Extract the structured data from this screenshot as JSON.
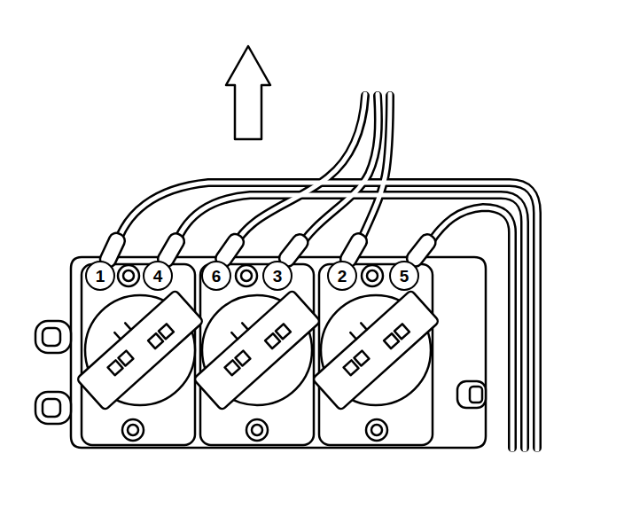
{
  "diagram": {
    "nodes": [
      {
        "text": [
          "1"
        ]
      },
      {
        "text": [
          "4"
        ]
      },
      {
        "text": [
          "6"
        ]
      },
      {
        "text": [
          "3"
        ]
      },
      {
        "text": [
          "2"
        ]
      },
      {
        "text": [
          "5"
        ]
      }
    ]
  }
}
